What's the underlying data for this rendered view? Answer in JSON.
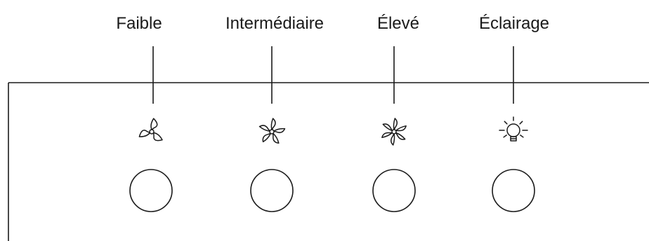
{
  "panel": {
    "buttons": [
      {
        "label": "Faible",
        "icon": "fan-low-icon",
        "blades": 3
      },
      {
        "label": "Intermédiaire",
        "icon": "fan-medium-icon",
        "blades": 5
      },
      {
        "label": "Élevé",
        "icon": "fan-high-icon",
        "blades": 6
      },
      {
        "label": "Éclairage",
        "icon": "light-bulb-icon"
      }
    ]
  }
}
